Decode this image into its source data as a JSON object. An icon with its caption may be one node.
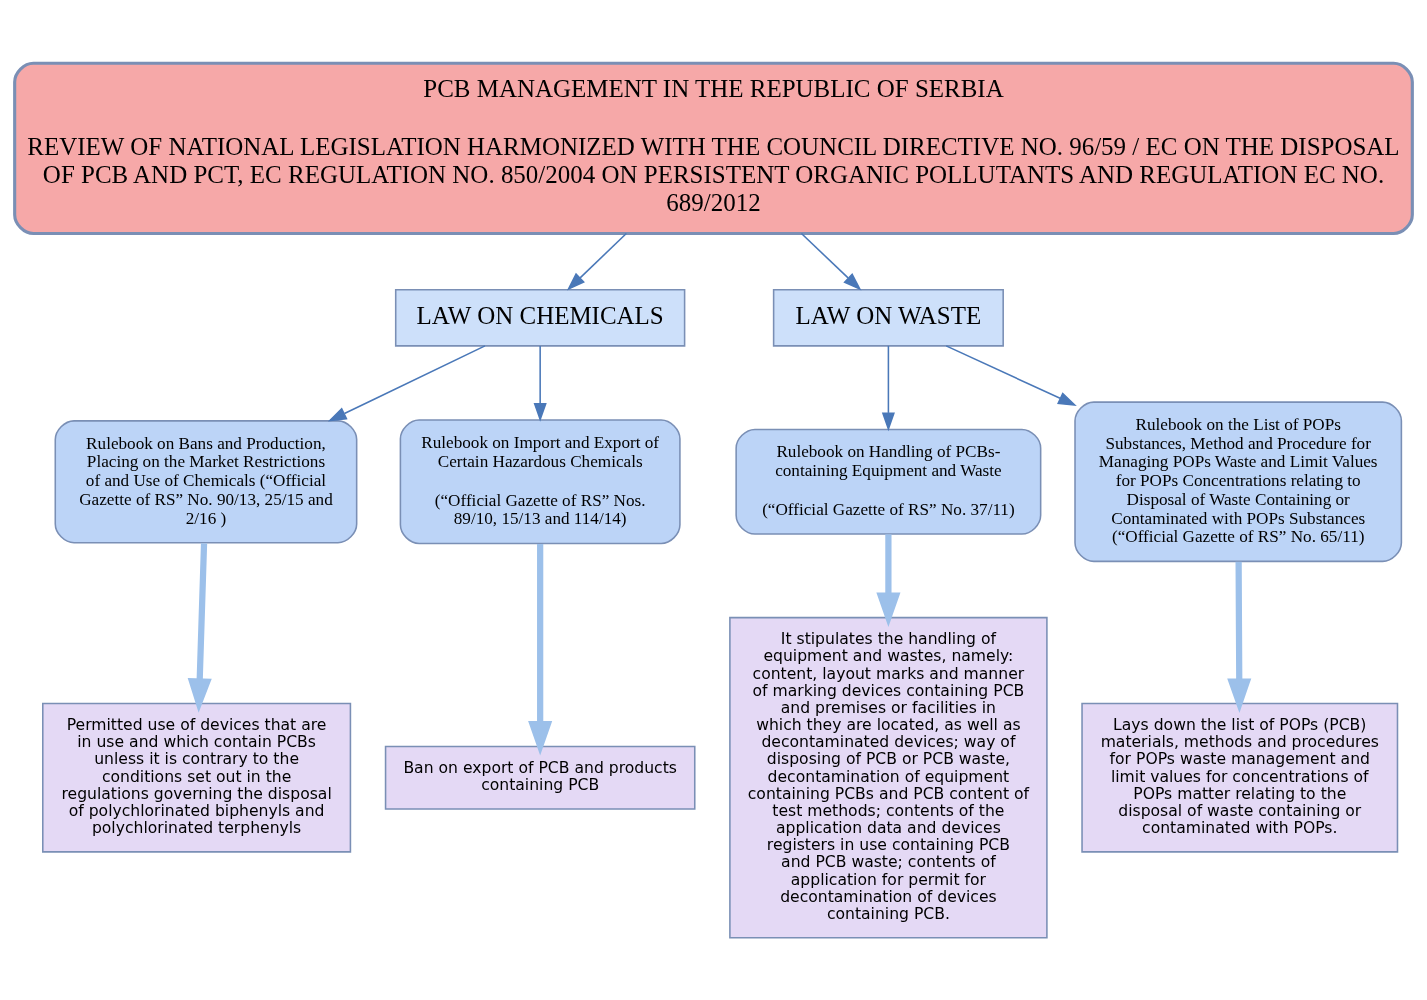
{
  "diagram": {
    "nodes": [
      {
        "text": [
          "PCB MANAGEMENT IN THE REPUBLIC OF SERBIA",
          "REVIEW OF NATIONAL LEGISLATION HARMONIZED WITH THE COUNCIL DIRECTIVE NO. 96/59 / EC ON THE DISPOSAL OF PCB AND PCT, EC REGULATION NO. 850/2004 ON PERSISTENT ORGANIC POLLUTANTS AND REGULATION EC NO. 689/2012"
        ]
      },
      {
        "text": [
          "LAW ON CHEMICALS"
        ]
      },
      {
        "text": [
          "LAW ON WASTE"
        ]
      },
      {
        "text": [
          "Rulebook on Bans and Production, Placing on the Market Restrictions of and Use of Chemicals (“Official Gazette of RS” No. 90/13, 25/15 and 2/16 )"
        ]
      },
      {
        "text": [
          "Rulebook on Import and Export of Certain Hazardous Chemicals",
          "(“Official Gazette of RS” Nos. 89/10, 15/13 and 114/14)"
        ]
      },
      {
        "text": [
          "Rulebook on Handling of PCBs-containing Equipment and Waste",
          "(“Official Gazette of RS” No. 37/11)"
        ]
      },
      {
        "text": [
          "Rulebook on the List of POPs Substances, Method and Procedure for Managing POPs Waste and Limit Values for POPs Concentrations relating to Disposal of Waste Containing or Contaminated with POPs Substances (“Official Gazette of RS” No. 65/11)"
        ]
      },
      {
        "text": [
          "Permitted use of devices that are in use and which contain PCBs unless it is contrary to the conditions set out in the regulations governing the disposal of polychlorinated biphenyls and polychlorinated terphenyls"
        ]
      },
      {
        "text": [
          "Ban on export of PCB and products containing PCB"
        ]
      },
      {
        "text": [
          "It stipulates the handling of equipment and wastes, namely: content, layout marks and manner of marking devices containing PCB and premises or facilities in which they are located, as well as decontaminated devices; way of disposing of PCB or PCB waste, decontamination of equipment containing PCBs and PCB content of test methods; contents of the application data and devices registers in use containing PCB and PCB waste; contents of application for permit for decontamination of devices containing PCB."
        ]
      },
      {
        "text": [
          "Lays down the list of POPs (PCB) materials, methods and procedures for POPs waste management and limit values for concentrations of POPs matter relating to the disposal of waste containing or contaminated with POPs."
        ]
      }
    ],
    "edges": [
      {
        "from": 0,
        "to": 1,
        "arrow": "to"
      },
      {
        "from": 0,
        "to": 2,
        "arrow": "to"
      },
      {
        "from": 1,
        "to": 3,
        "arrow": "to"
      },
      {
        "from": 1,
        "to": 4,
        "arrow": "to"
      },
      {
        "from": 2,
        "to": 5,
        "arrow": "to"
      },
      {
        "from": 2,
        "to": 6,
        "arrow": "to"
      },
      {
        "from": 3,
        "to": 7,
        "arrow": "to",
        "style": "thick"
      },
      {
        "from": 4,
        "to": 8,
        "arrow": "to",
        "style": "thick"
      },
      {
        "from": 5,
        "to": 9,
        "arrow": "to",
        "style": "thick"
      },
      {
        "from": 6,
        "to": 10,
        "arrow": "to",
        "style": "thick"
      }
    ]
  }
}
